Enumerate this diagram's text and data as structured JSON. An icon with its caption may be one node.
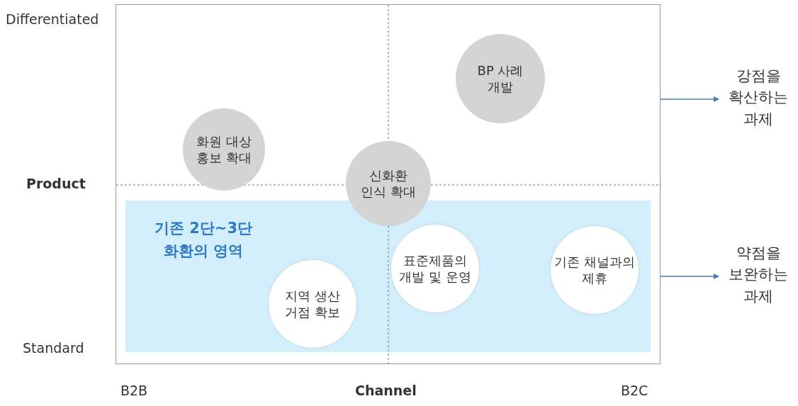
{
  "diagram": {
    "nodes": [
      {
        "text": [],
        "shape": "box"
      },
      {
        "text": [
          "BP 사례 개발"
        ],
        "in": 0
      },
      {
        "text": [
          "화원 대상 홍보 확대"
        ],
        "in": 0
      },
      {
        "text": [
          "신화환 인식 확대"
        ],
        "in": 0
      },
      {
        "text": [
          "기존 2단~3단 화환의 영역"
        ],
        "in": 0
      },
      {
        "text": [
          "표준제품의 개발 및 운영"
        ],
        "in": 4
      },
      {
        "text": [
          "기존 채널과의 제휴"
        ],
        "in": 4
      },
      {
        "text": [
          "지역 생산 거점 확보"
        ],
        "in": 4
      },
      {
        "text": [
          "강점을 확산하는 과제"
        ]
      },
      {
        "text": [
          "약점을 보완하는 과제"
        ]
      }
    ],
    "edges": [
      {
        "from": 0,
        "to": 8,
        "arrow": "to"
      },
      {
        "from": 0,
        "to": 9,
        "arrow": "to"
      }
    ],
    "labels": [
      "Differentiated",
      "Product",
      "Standard",
      "B2B",
      "Channel",
      "B2C"
    ]
  }
}
